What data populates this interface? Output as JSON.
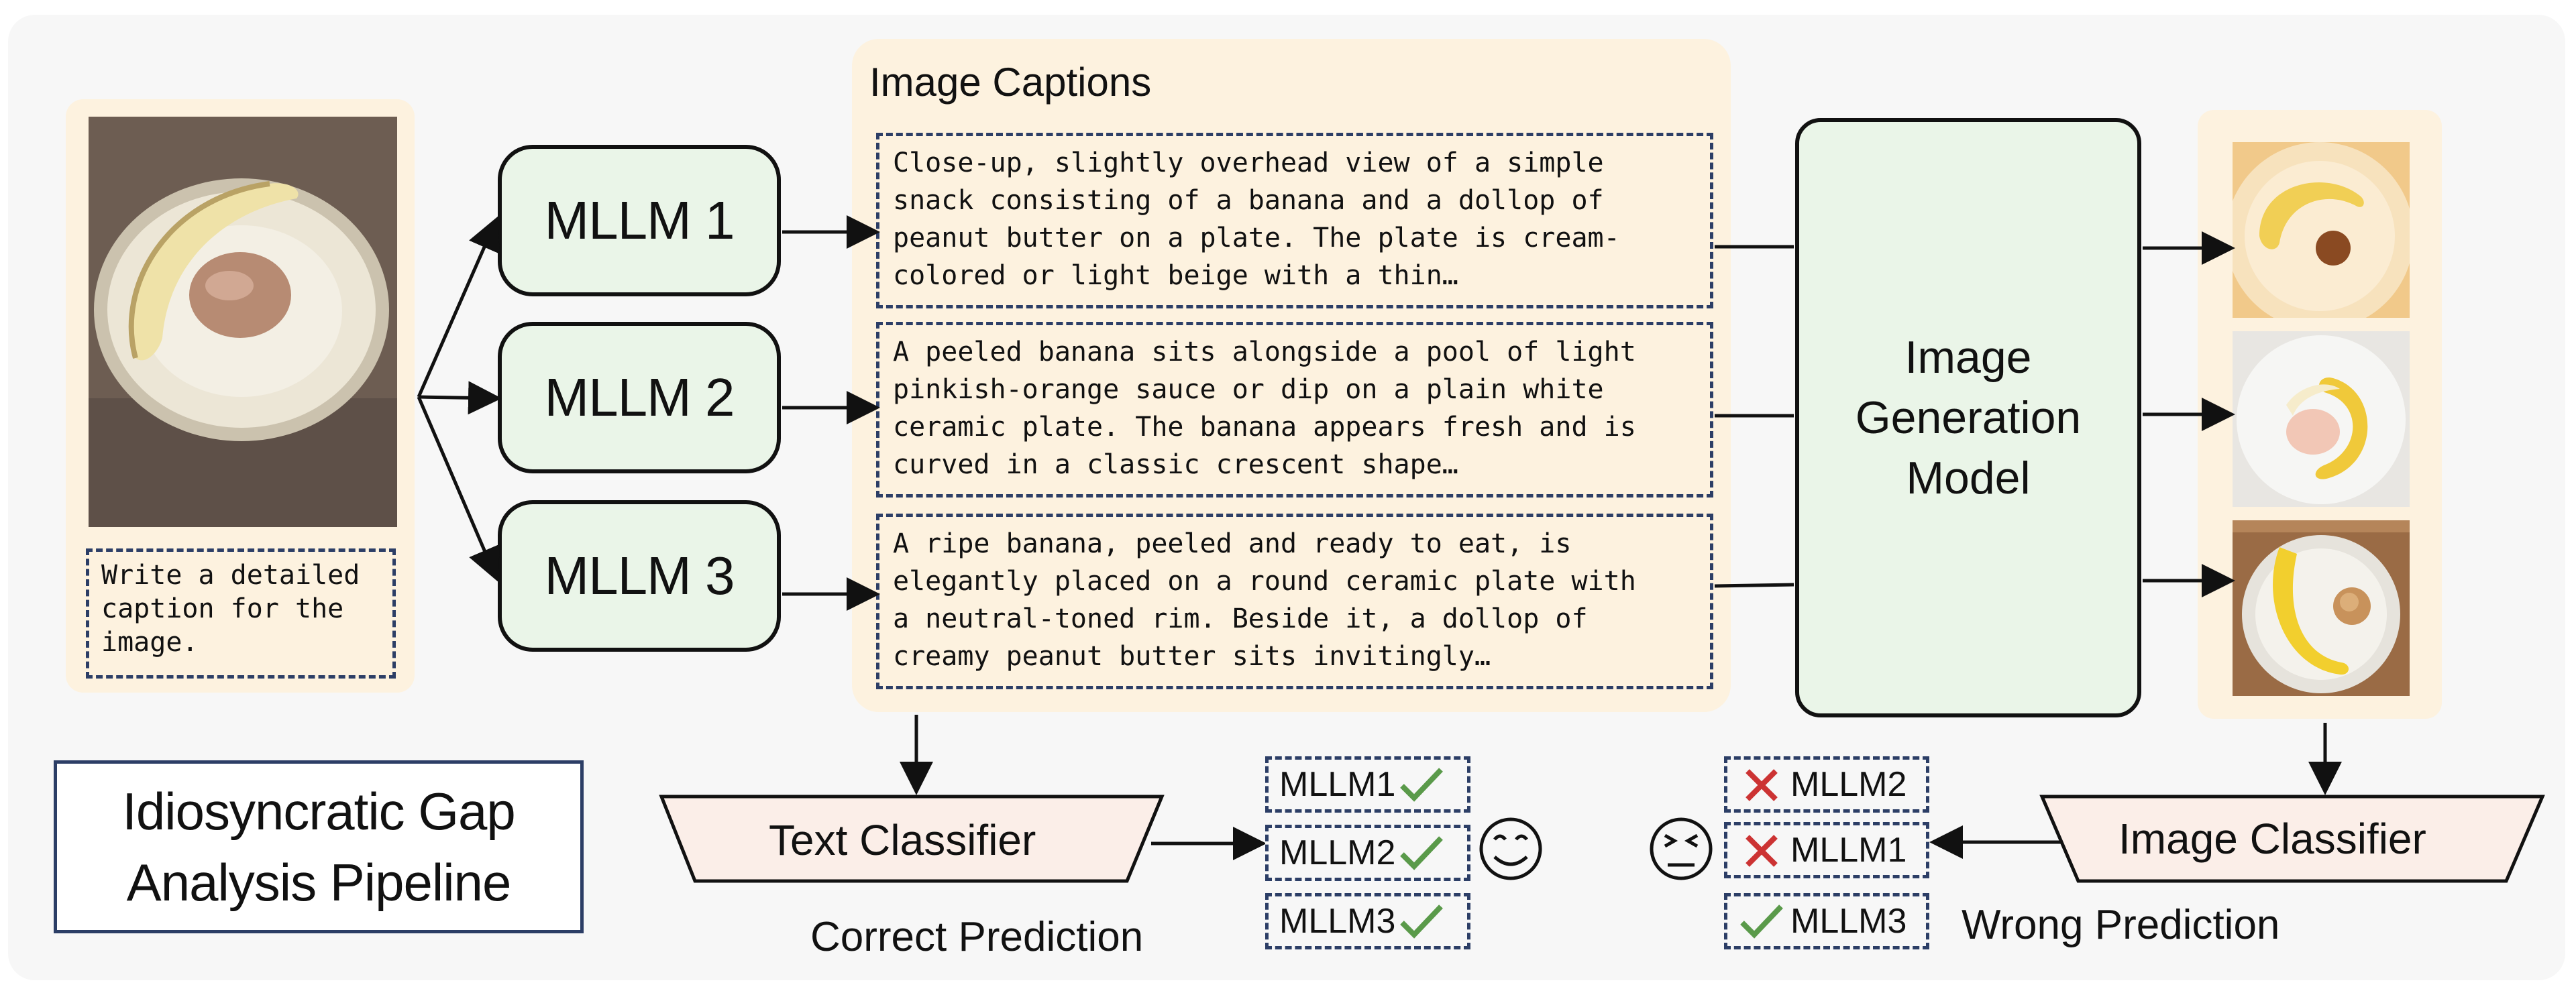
{
  "prompt": {
    "text": "Write a detailed\ncaption for the\nimage."
  },
  "models": [
    "MLLM 1",
    "MLLM 2",
    "MLLM 3"
  ],
  "captions": {
    "title": "Image Captions",
    "items": [
      "Close-up, slightly overhead view of a simple\nsnack consisting of a banana and a dollop of\npeanut butter on a plate. The plate is cream-\ncolored or light beige with a thin…",
      "A peeled banana sits alongside a pool of light\npinkish-orange sauce or dip on a plain white\nceramic plate. The banana appears fresh and is\ncurved in a classic crescent shape…",
      "A ripe banana, peeled and ready to eat, is\nelegantly placed on a round ceramic plate with\na neutral-toned rim. Beside it, a dollop of\ncreamy peanut butter sits invitingly…"
    ]
  },
  "generator": {
    "label": "Image\nGeneration\nModel"
  },
  "pipeline_title": [
    "Idiosyncratic Gap",
    "Analysis Pipeline"
  ],
  "text_classifier": {
    "label": "Text Classifier",
    "result_label": "Correct Prediction",
    "predictions": [
      {
        "name": "MLLM1",
        "correct": true
      },
      {
        "name": "MLLM2",
        "correct": true
      },
      {
        "name": "MLLM3",
        "correct": true
      }
    ],
    "emoji": "smile-face-icon"
  },
  "image_classifier": {
    "label": "Image Classifier",
    "result_label": "Wrong Prediction",
    "predictions": [
      {
        "name": "MLLM2",
        "correct": false
      },
      {
        "name": "MLLM1",
        "correct": false
      },
      {
        "name": "MLLM3",
        "correct": true
      }
    ],
    "emoji": "frown-face-icon"
  },
  "colors": {
    "node_fill": "#eaf5e8",
    "panel_fill": "#fdf2df",
    "dash_border": "#2c3e66",
    "check": "#5a9a4a",
    "cross": "#cc3333",
    "classifier_fill": "#fbeee8"
  }
}
